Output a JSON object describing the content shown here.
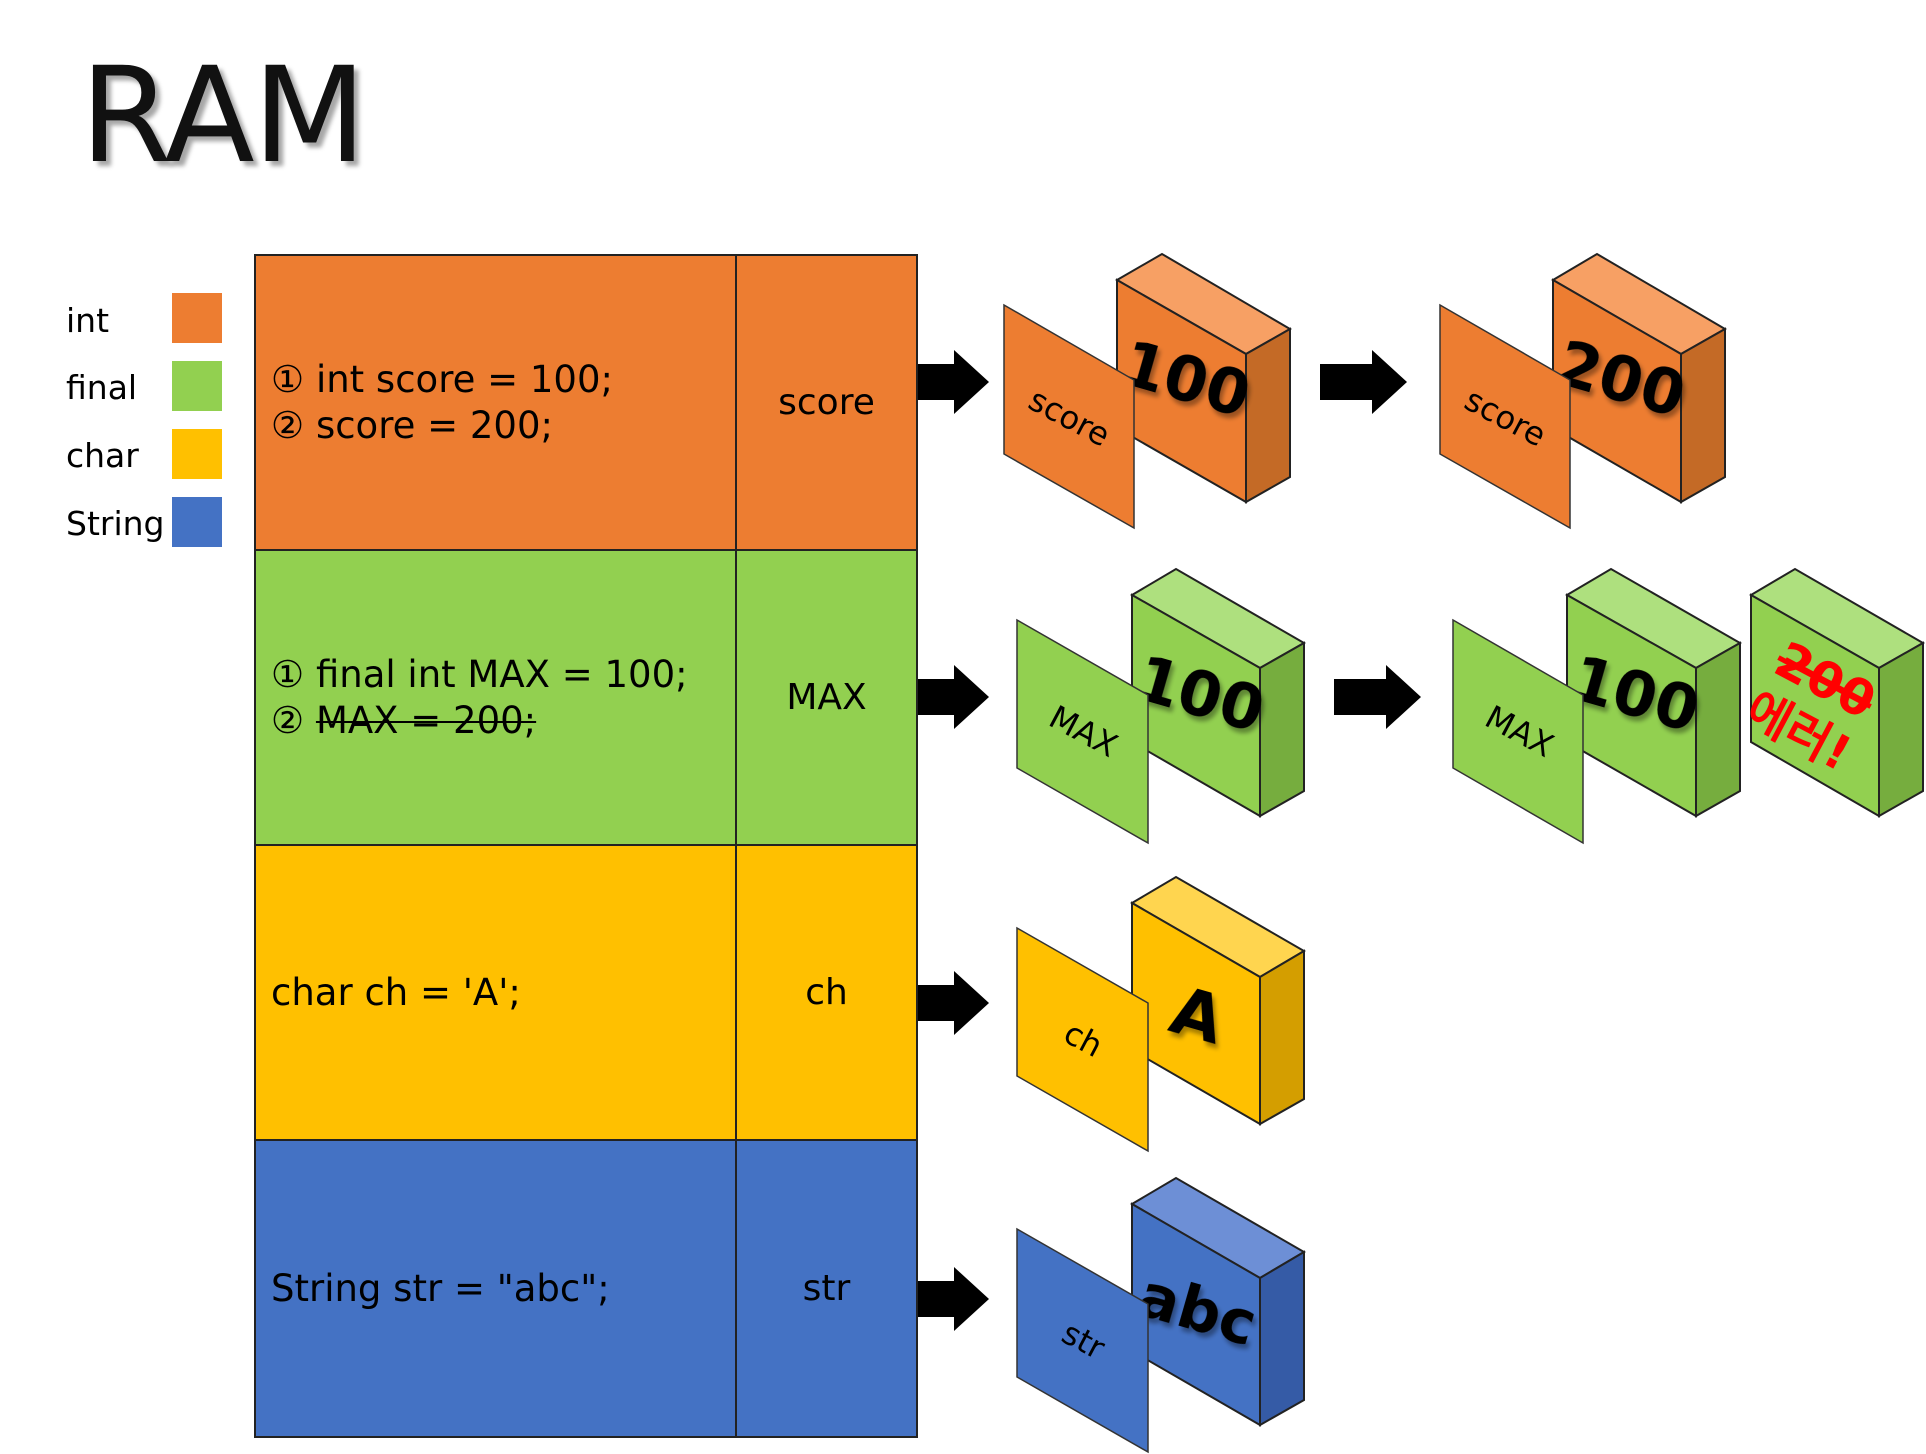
{
  "title": "RAM",
  "legend": [
    {
      "label": "int",
      "color": "#ED7D31"
    },
    {
      "label": "final",
      "color": "#92D050"
    },
    {
      "label": "char",
      "color": "#FFC000"
    },
    {
      "label": "String",
      "color": "#4472C4"
    }
  ],
  "rows": [
    {
      "color": "#ED7D31",
      "line1_num": "①",
      "line1": "int score = 100;",
      "line2_num": "②",
      "line2": "score = 200;",
      "name": "score"
    },
    {
      "color": "#92D050",
      "line1_num": "①",
      "line1": "final int MAX = 100;",
      "line2_num": "②",
      "line2": "MAX = 200;",
      "name": "MAX"
    },
    {
      "color": "#FFC000",
      "line1": "char ch = 'A';",
      "name": "ch"
    },
    {
      "color": "#4472C4",
      "line1": "String str = \"abc\";",
      "name": "str"
    }
  ],
  "boxes": {
    "score_before": {
      "tag": "score",
      "value": "100"
    },
    "score_after": {
      "tag": "score",
      "value": "200"
    },
    "max_before": {
      "tag": "MAX",
      "value": "100"
    },
    "max_after": {
      "tag": "MAX",
      "value": "100"
    },
    "max_error": {
      "struck": "200",
      "message": "에러!"
    },
    "ch": {
      "tag": "ch",
      "value": "A"
    },
    "str": {
      "tag": "str",
      "value": "abc"
    }
  }
}
